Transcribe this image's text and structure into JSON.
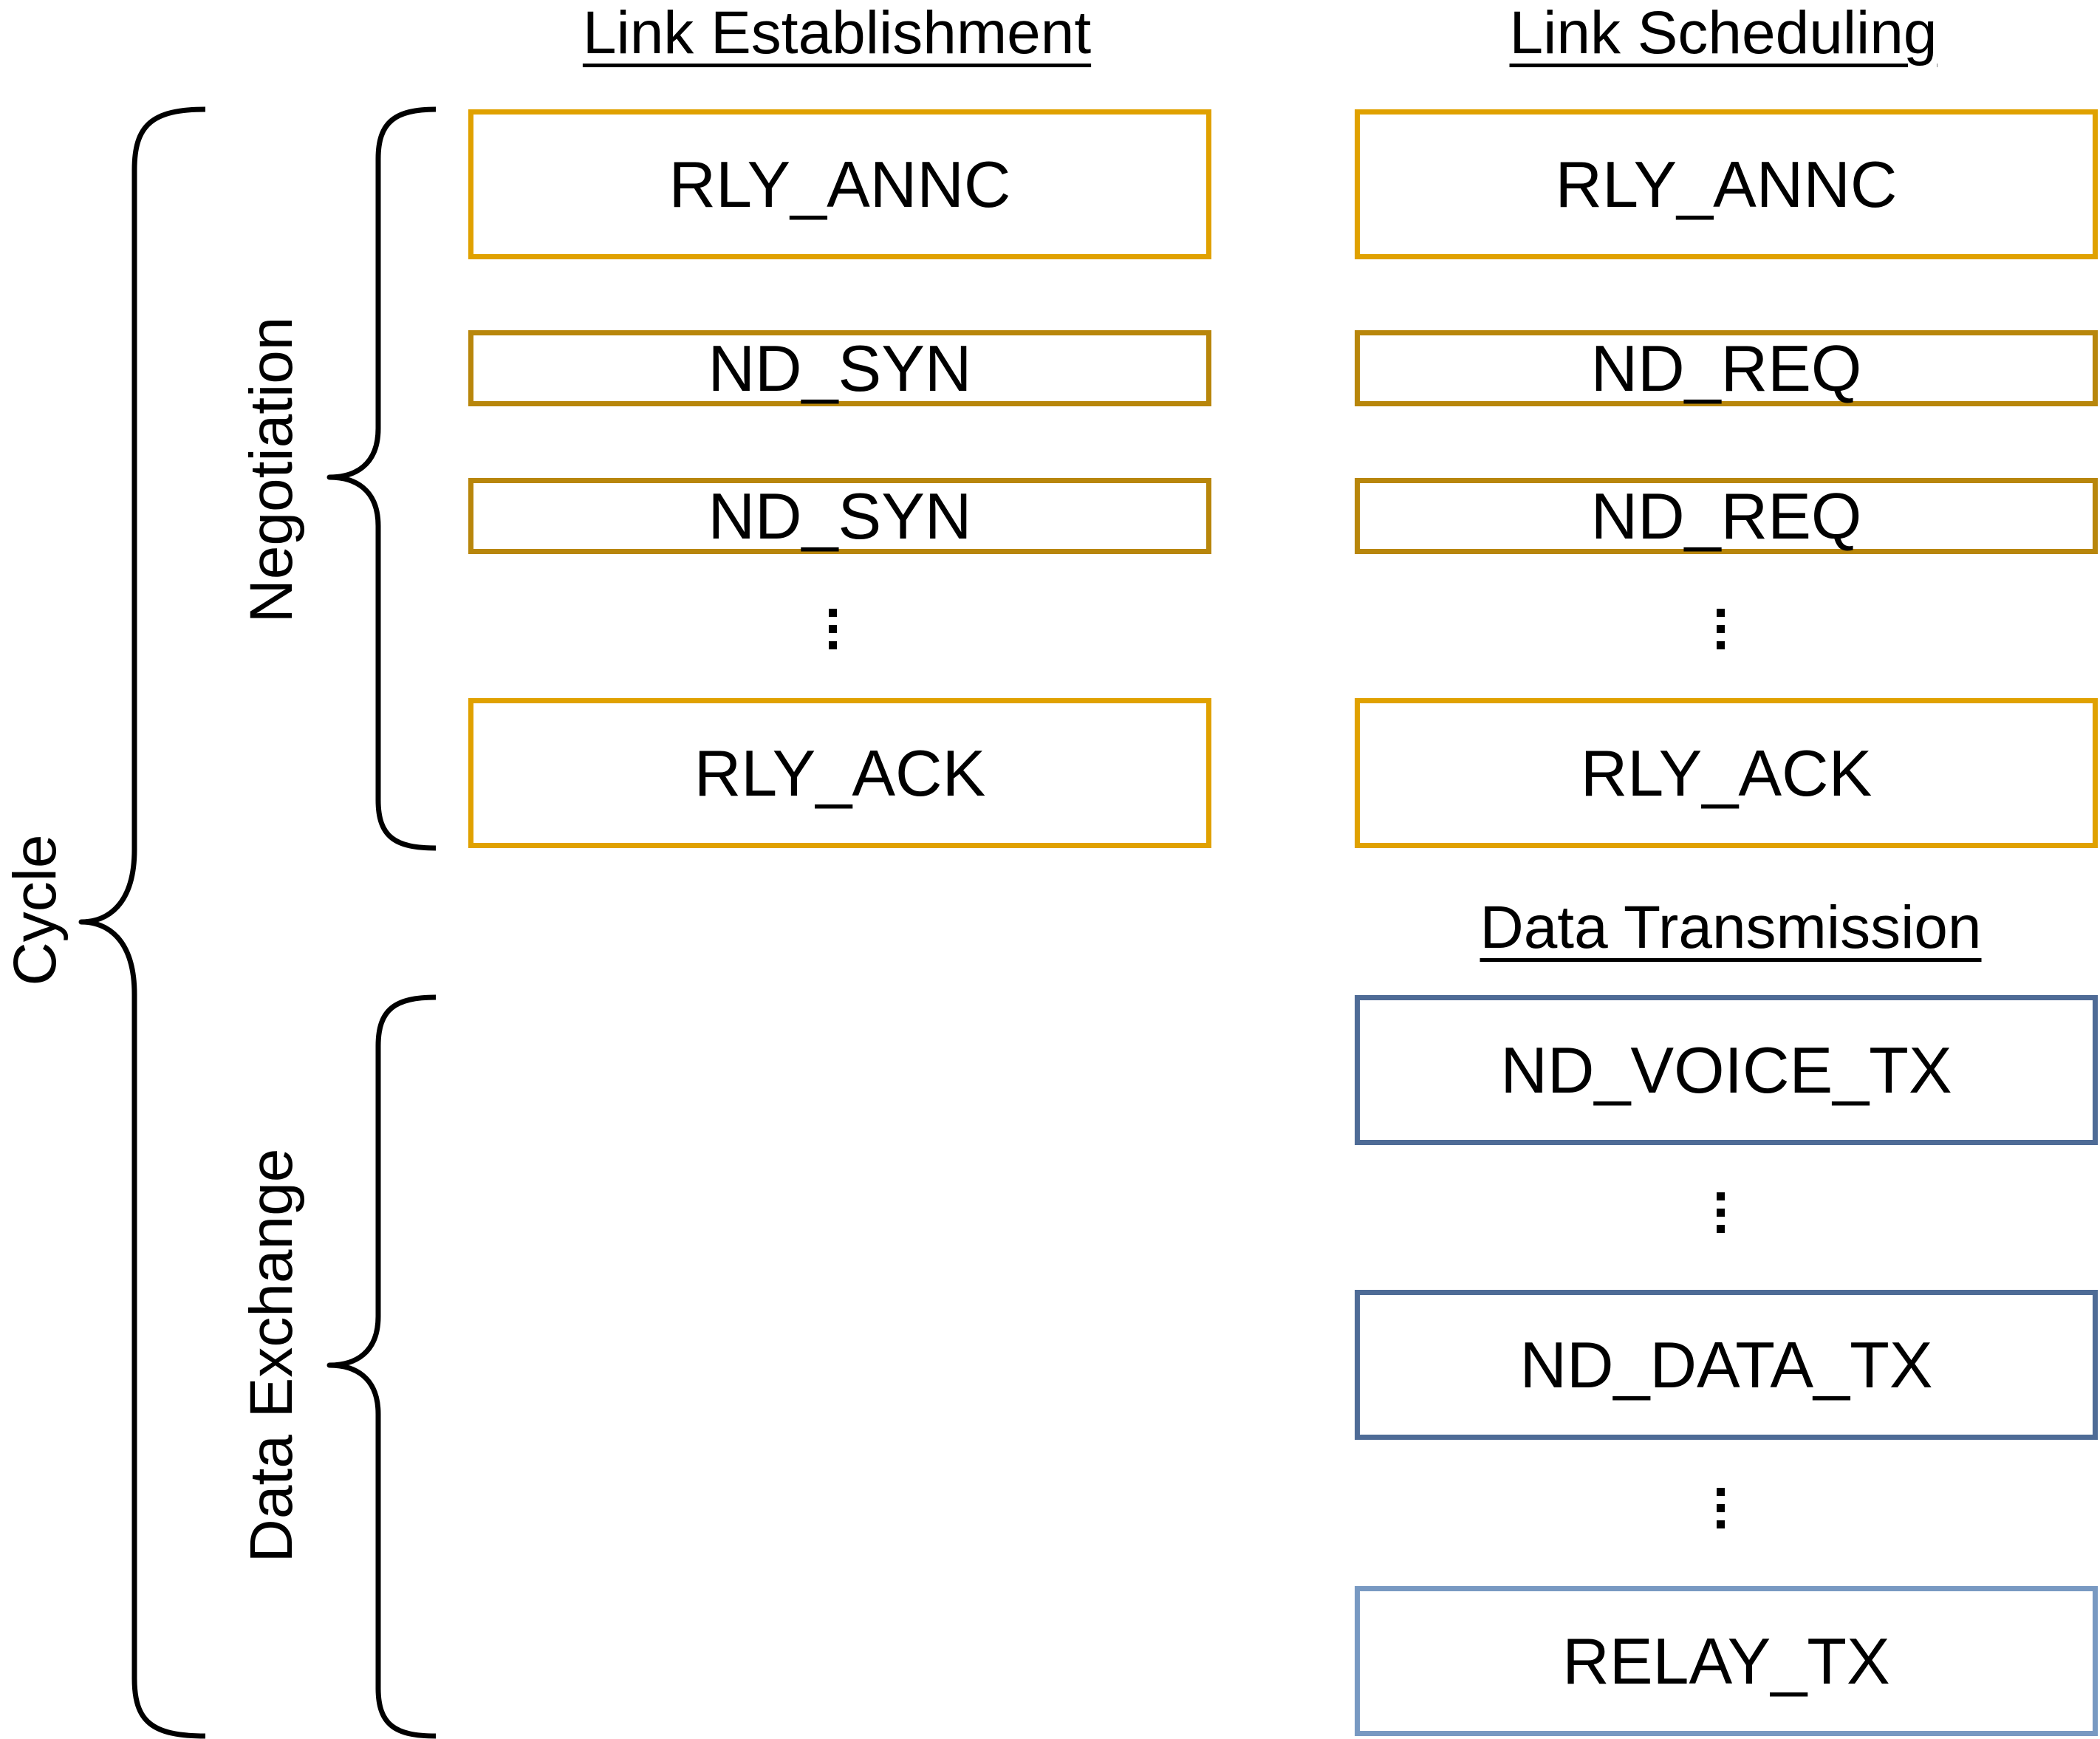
{
  "headings": {
    "link_establishment": "Link Establishment",
    "link_scheduling": "Link Scheduling",
    "data_transmission": "Data Transmission"
  },
  "side_labels": {
    "cycle": "Cycle",
    "negotiation": "Negotiation",
    "data_exchange": "Data Exchange"
  },
  "link_establishment": {
    "boxes": [
      "RLY_ANNC",
      "ND_SYN",
      "ND_SYN",
      "RLY_ACK"
    ],
    "ellipsis": "⋮"
  },
  "link_scheduling": {
    "boxes": [
      "RLY_ANNC",
      "ND_REQ",
      "ND_REQ",
      "RLY_ACK"
    ],
    "ellipsis": "⋮"
  },
  "data_transmission": {
    "boxes": [
      "ND_VOICE_TX",
      "ND_DATA_TX",
      "RELAY_TX"
    ],
    "ellipsis": "⋮"
  },
  "colors": {
    "negotiation_box": "#e0a100",
    "negotiation_box_thin": "#b8860b",
    "data_box": "#4e6b96",
    "relay_box": "#7899c2",
    "brace": "#000000"
  }
}
